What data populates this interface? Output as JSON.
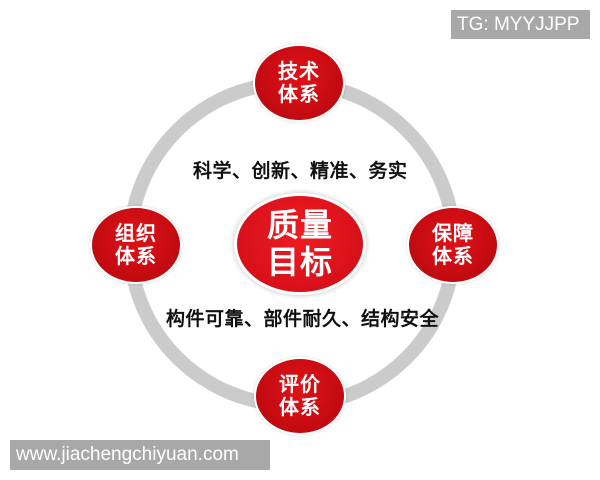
{
  "watermarks": {
    "top_right": "TG: MYYJJPP",
    "bottom_left": "www.jiachengchiyuan.com"
  },
  "diagram": {
    "center": {
      "line1": "质量",
      "line2": "目标"
    },
    "nodes": {
      "top": {
        "line1": "技术",
        "line2": "体系"
      },
      "left": {
        "line1": "组织",
        "line2": "体系"
      },
      "right": {
        "line1": "保障",
        "line2": "体系"
      },
      "bottom": {
        "line1": "评价",
        "line2": "体系"
      }
    },
    "phrases": {
      "upper": "科学、创新、精准、务实",
      "lower": "构件可靠、部件耐久、结构安全"
    },
    "colors": {
      "node_red": "#c10a10",
      "center_red": "#d8101a",
      "ring_gray": "#cbcbcb",
      "text_dark": "#111111",
      "watermark_bg": "#a8a8a8"
    }
  }
}
